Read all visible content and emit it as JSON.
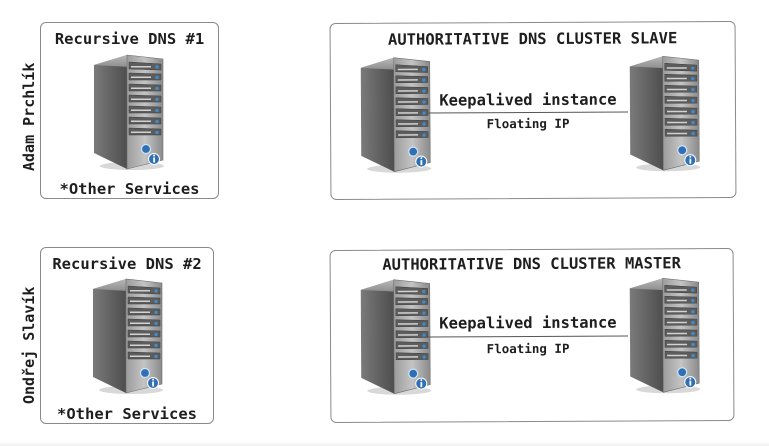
{
  "people": {
    "top": "Adam Prchlík",
    "bottom": "Ondřej Slavík"
  },
  "recursive_top": {
    "title": "Recursive DNS #1",
    "footer": "*Other Services"
  },
  "recursive_bottom": {
    "title": "Recursive DNS #2",
    "footer": "*Other Services"
  },
  "cluster_slave": {
    "title": "AUTHORITATIVE DNS CLUSTER SLAVE",
    "link_label": "Keepalived instance",
    "link_sublabel": "Floating IP"
  },
  "cluster_master": {
    "title": "AUTHORITATIVE DNS CLUSTER MASTER",
    "link_label": "Keepalived instance",
    "link_sublabel": "Floating IP"
  },
  "icons": {
    "server": "server-tower-icon",
    "info_badge": "info-badge-icon"
  },
  "colors": {
    "border": "#8a8a8a",
    "server_dark": "#5a5a5a",
    "server_light": "#a8a8a8",
    "led": "#3a8fd6"
  }
}
